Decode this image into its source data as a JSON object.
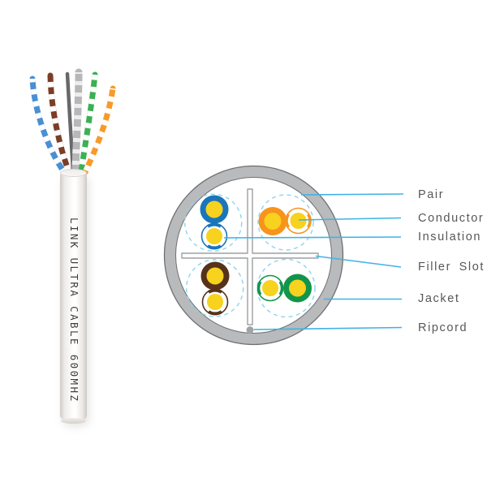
{
  "cable": {
    "print_text": "LINK ULTRA CABLE 600MHZ"
  },
  "diagram": {
    "callouts": [
      {
        "label": "Pair"
      },
      {
        "label": "Conductor"
      },
      {
        "label": "Insulation"
      },
      {
        "label": "Filler Slot"
      },
      {
        "label": "Jacket"
      },
      {
        "label": "Ripcord"
      }
    ]
  },
  "theme": {
    "background": "#ffffff",
    "label_text": "#565759",
    "leader": "#3fb3e4",
    "ring": "#b9babc",
    "ring_outline": "#6f7073",
    "inner_fill": "#ffffff",
    "dashed": "#8fd3ee",
    "filler_fill": "#fdfdfd",
    "filler_stroke": "#9da0a2",
    "ripcord": "#a2a3a5",
    "yellow": "#f7d21e",
    "pair_blue": "#1b75bb",
    "pair_orange": "#f7941d",
    "pair_brown": "#553219",
    "pair_green": "#11954b",
    "wire_blue": "#4a8fd3",
    "wire_brown": "#7c3d27",
    "wire_green": "#3bb055",
    "wire_orange": "#f79a2b",
    "wire_gray_dark": "#68686a",
    "wire_gray_light": "#b7b7b9",
    "print_text": "#3d3d3f"
  }
}
